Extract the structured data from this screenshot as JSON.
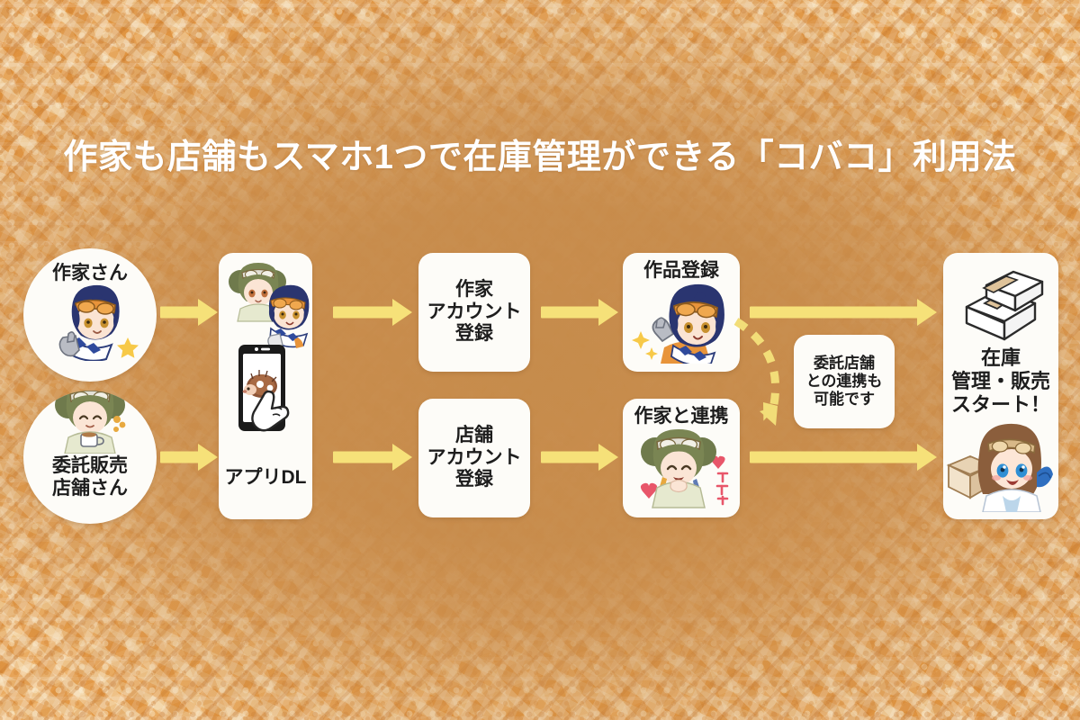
{
  "page": {
    "title": "作家も店舗もスマホ1つで在庫管理ができる「コバコ」利用法"
  },
  "colors": {
    "title_text": "#ffffff",
    "background": "#c88c4c",
    "arrow": "#f6e179",
    "card_bg": "#fdfcf8",
    "card_text": "#1d1d1d",
    "dashed_arrow": "#f2dd78"
  },
  "flow": {
    "actors": [
      {
        "id": "artist",
        "label": "作家さん",
        "icon": "artist-avatar-icon",
        "label_position": "top"
      },
      {
        "id": "shop",
        "label": "委託販売\n店舗さん",
        "icon": "shop-owner-avatar-icon",
        "label_position": "bottom"
      }
    ],
    "shared_step": {
      "id": "app-download",
      "label": "アプリDL",
      "icon": "smartphone-tap-icon"
    },
    "artist_track": [
      {
        "id": "artist-account",
        "label": "作家\nアカウント\n登録",
        "icon": null
      },
      {
        "id": "work-register",
        "label": "作品登録",
        "icon": "artist-character-icon"
      }
    ],
    "shop_track": [
      {
        "id": "shop-account",
        "label": "店舗\nアカウント\n登録",
        "icon": null
      },
      {
        "id": "link-artist",
        "label": "作家と連携",
        "icon": "shop-character-icon"
      }
    ],
    "note": {
      "id": "consignment-note",
      "label": "委託店舗\nとの連携も\n可能です"
    },
    "goal": {
      "id": "inventory-start",
      "label": "在庫\n管理・販売\nスタート！",
      "icon": "cardboard-boxes-icon",
      "character_icon": "delivery-girl-icon"
    },
    "arrows": [
      {
        "id": "artist-to-app",
        "direction": "right",
        "style": "solid"
      },
      {
        "id": "shop-to-app",
        "direction": "right",
        "style": "solid"
      },
      {
        "id": "app-to-artist-account",
        "direction": "right",
        "style": "solid"
      },
      {
        "id": "app-to-shop-account",
        "direction": "right",
        "style": "solid"
      },
      {
        "id": "artist-account-to-work",
        "direction": "right",
        "style": "solid"
      },
      {
        "id": "shop-account-to-link",
        "direction": "right",
        "style": "solid"
      },
      {
        "id": "work-to-goal",
        "direction": "right",
        "style": "solid"
      },
      {
        "id": "link-to-goal",
        "direction": "right",
        "style": "solid"
      },
      {
        "id": "work-to-link-optional",
        "direction": "curve-down",
        "style": "dashed"
      }
    ]
  }
}
